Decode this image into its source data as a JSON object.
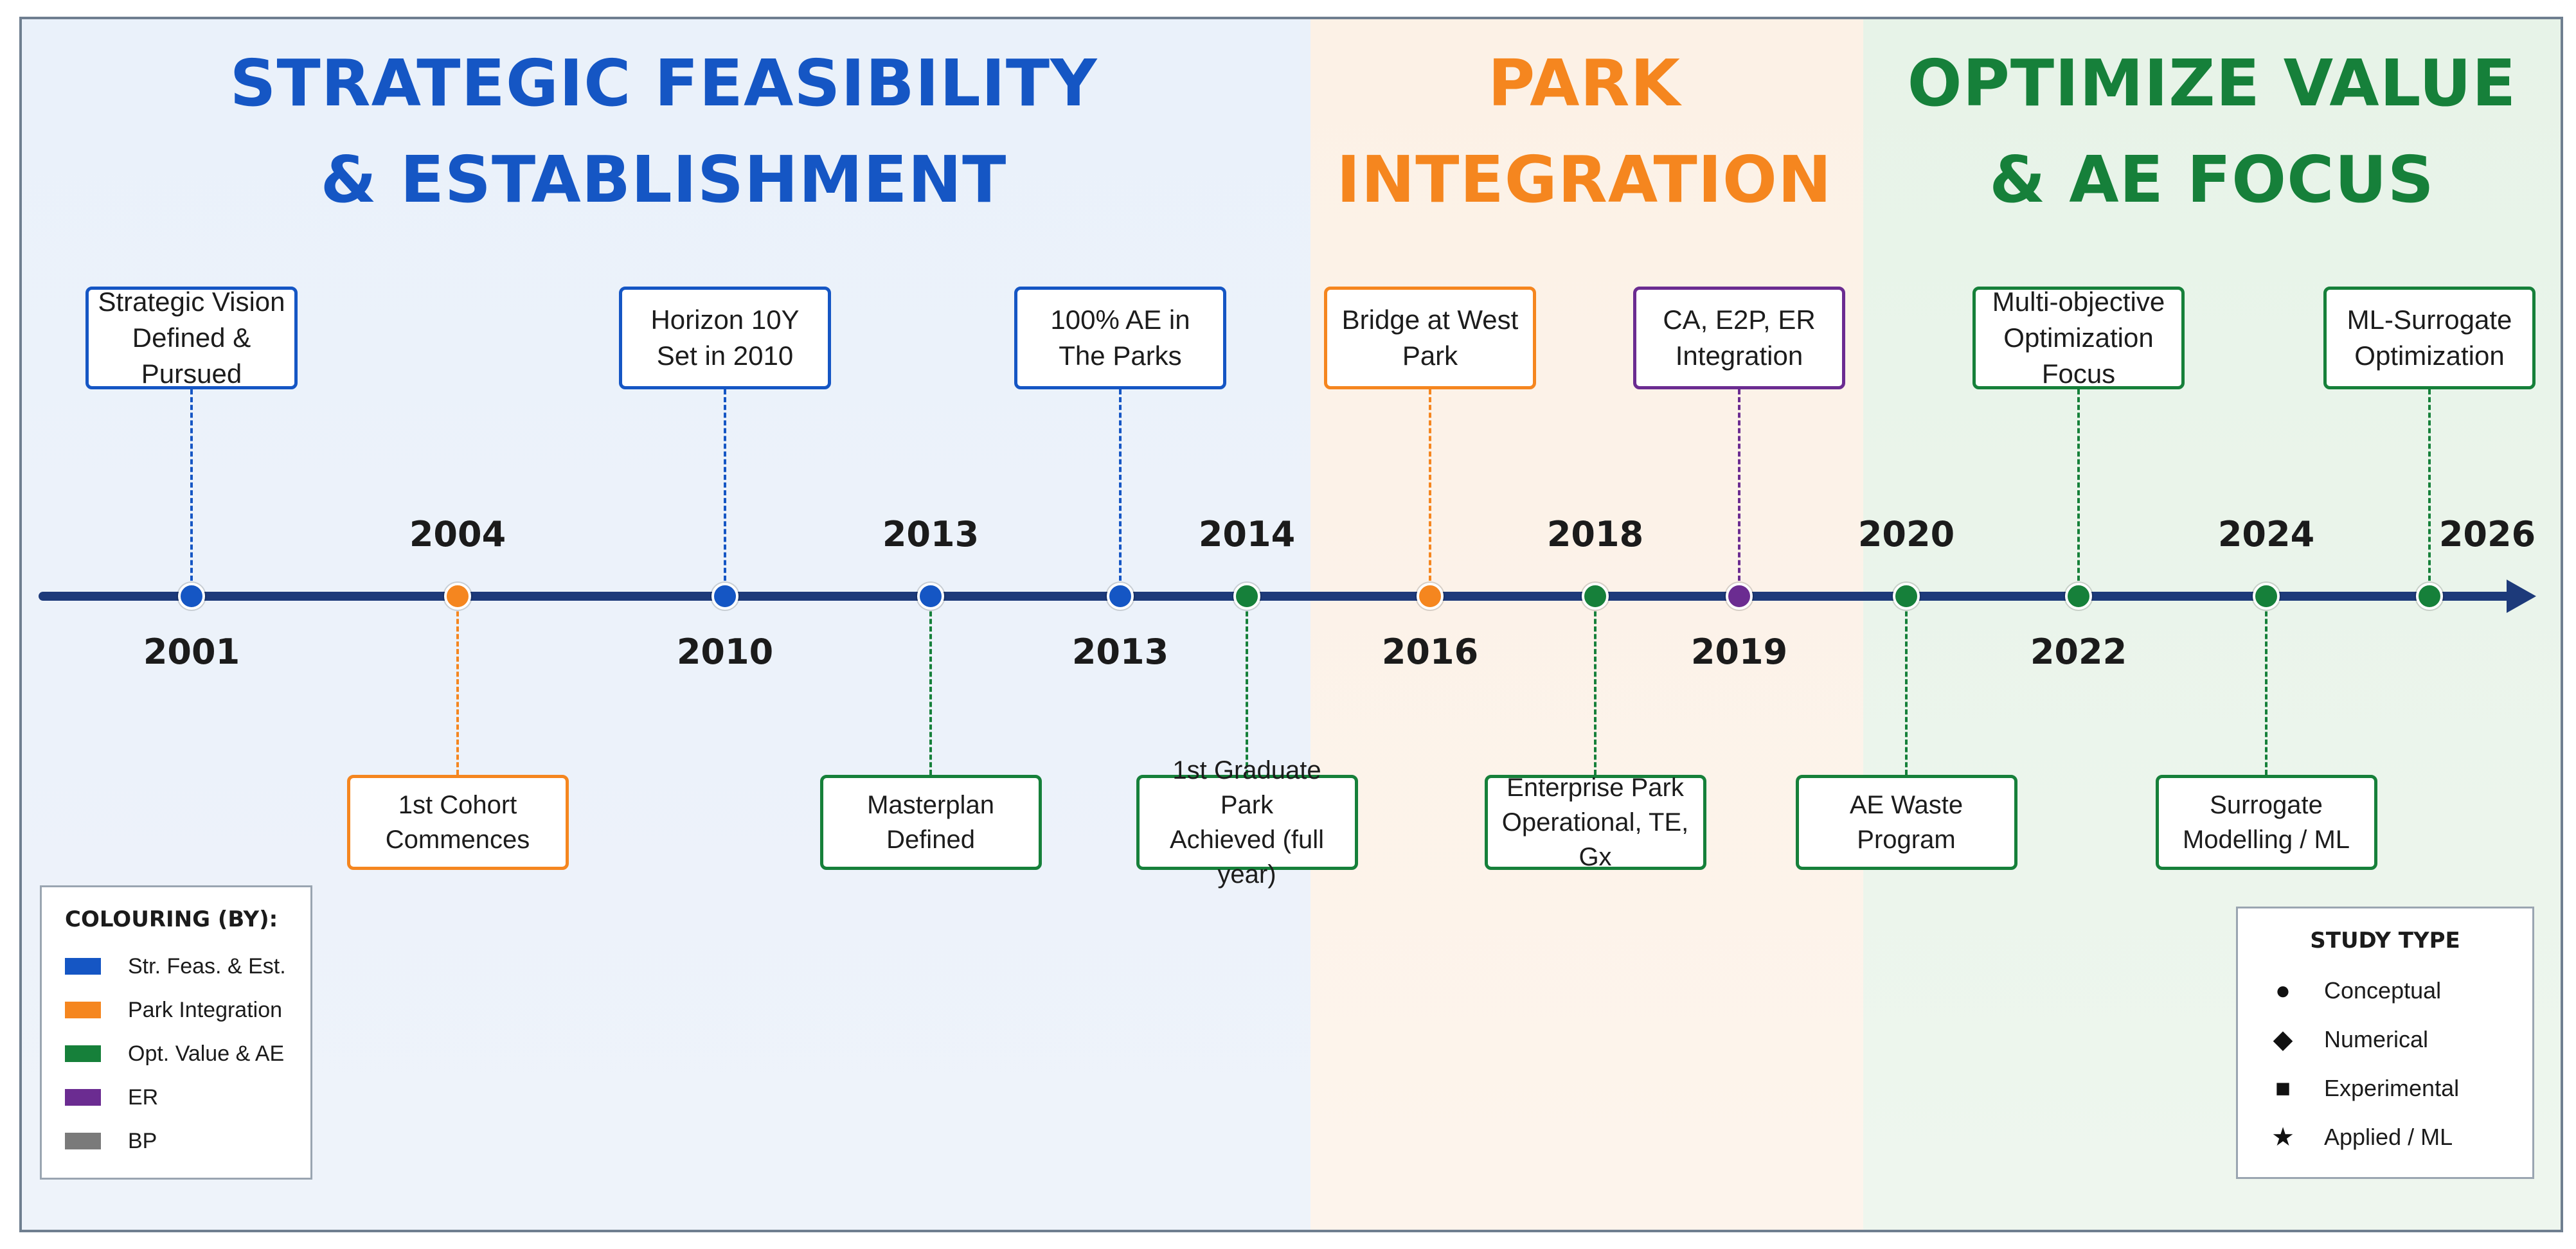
{
  "phases": [
    {
      "title": "STRATEGIC FEASIBILITY\n& ESTABLISHMENT",
      "color": "#1556c4"
    },
    {
      "title": "PARK\nINTEGRATION",
      "color": "#f5861f"
    },
    {
      "title": "OPTIMIZE VALUE\n& AE FOCUS",
      "color": "#16803a"
    }
  ],
  "colors": {
    "blue": "#1556c4",
    "orange": "#f5861f",
    "green": "#16803a",
    "purple": "#6b2c91",
    "gray": "#7a7a7a",
    "axis": "#1d3a7a"
  },
  "milestones": [
    {
      "year": "2001",
      "label": "Strategic Vision\nDefined & Pursued",
      "color_key": "blue",
      "side": "above"
    },
    {
      "year": "2004",
      "label": "1st Cohort\nCommences",
      "color_key": "orange",
      "side": "below"
    },
    {
      "year": "2010",
      "label": "Horizon 10Y\nSet in 2010",
      "color_key": "blue",
      "side": "above"
    },
    {
      "year": "2013",
      "label": "Masterplan\nDefined",
      "color_key": "green",
      "side": "below",
      "dot_color_key": "blue"
    },
    {
      "year": "2013",
      "label": "100% AE in\nThe Parks",
      "color_key": "blue",
      "side": "above"
    },
    {
      "year": "2014",
      "label": "1st Graduate Park\nAchieved (full year)",
      "color_key": "green",
      "side": "below"
    },
    {
      "year": "2016",
      "label": "Bridge at West\nPark",
      "color_key": "orange",
      "side": "above"
    },
    {
      "year": "2018",
      "label": "Enterprise Park\nOperational, TE, Gx",
      "color_key": "green",
      "side": "below"
    },
    {
      "year": "2019",
      "label": "CA, E2P, ER\nIntegration",
      "color_key": "purple",
      "side": "above"
    },
    {
      "year": "2020",
      "label": "AE Waste\nProgram",
      "color_key": "green",
      "side": "below"
    },
    {
      "year": "2022",
      "label": "Multi-objective\nOptimization Focus",
      "color_key": "green",
      "side": "above"
    },
    {
      "year": "2024",
      "label": "Surrogate\nModelling / ML",
      "color_key": "green",
      "side": "below"
    },
    {
      "year": "2026",
      "label": "ML-Surrogate\nOptimization",
      "color_key": "green",
      "side": "above"
    }
  ],
  "legend": {
    "title": "COLOURING (BY):",
    "items": [
      {
        "label": "Str. Feas. & Est.",
        "color_key": "blue"
      },
      {
        "label": "Park Integration",
        "color_key": "orange"
      },
      {
        "label": "Opt. Value & AE",
        "color_key": "green"
      },
      {
        "label": "ER",
        "color_key": "purple"
      },
      {
        "label": "BP",
        "color_key": "gray"
      }
    ]
  },
  "study_type": {
    "title": "STUDY TYPE",
    "items": [
      {
        "label": "Conceptual",
        "icon": "circle-icon",
        "glyph": "●"
      },
      {
        "label": "Numerical",
        "icon": "diamond-icon",
        "glyph": "◆"
      },
      {
        "label": "Experimental",
        "icon": "square-icon",
        "glyph": "■"
      },
      {
        "label": "Applied / ML",
        "icon": "star-icon",
        "glyph": "★"
      }
    ]
  }
}
